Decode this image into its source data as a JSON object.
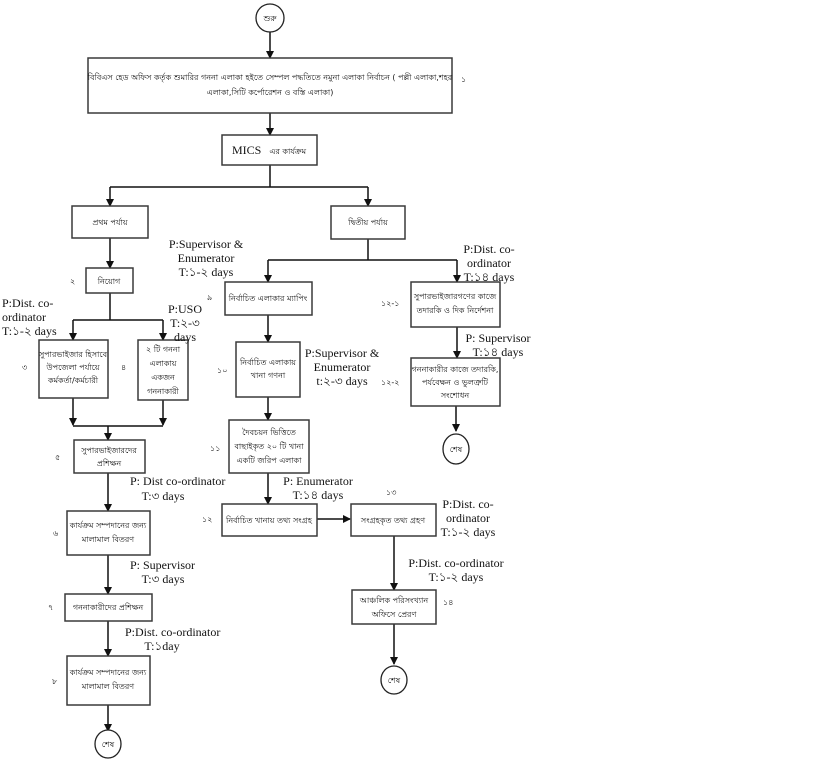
{
  "diagram": {
    "start": {
      "label": "শুরু"
    },
    "nodes": {
      "n1": {
        "lines": [
          "বিবিএস হেড অফিস কর্তৃক শুমারির গননা এলাকা হইতে সেম্পল পদ্ধতিতে নমুনা এলাকা নির্বাচন ( পল্লী এলাকা,শহর",
          "এলাকা,সিটি কর্পোরেশন ও বস্তি এলাকা)"
        ],
        "step": "১"
      },
      "mics": {
        "prefix": "MICS",
        "suffix": "এর কার্যক্রম"
      },
      "phase1": {
        "label": "প্রথম পর্যায়"
      },
      "phase2": {
        "label": "দ্বিতীয় পর্যায়"
      },
      "n2": {
        "label": "নিয়োগ",
        "step": "২"
      },
      "n3": {
        "lines": [
          "সুপারভাইজার হিসাবে",
          "উপজেলা পর্যায়ে",
          "কর্মকর্তা/কর্মচারী"
        ],
        "step": "৩"
      },
      "n4": {
        "lines": [
          "২ টি গননা",
          "এলাকায়",
          "একজন",
          "গননাকারী"
        ],
        "step": "৪"
      },
      "n5": {
        "lines": [
          "সুপারভাইজারদের",
          "প্রশিক্ষন"
        ],
        "step": "৫"
      },
      "n6": {
        "lines": [
          "কার্যক্রম সম্পদানের জন্য",
          "মালামাল বিতরণ"
        ],
        "step": "৬"
      },
      "n7": {
        "label": "গননাকারীদের প্রশিক্ষন",
        "step": "৭"
      },
      "n8": {
        "lines": [
          "কার্যক্রম সম্পদানের জন্য",
          "মালামাল বিতরণ"
        ],
        "step": "৮"
      },
      "n9": {
        "label": "নির্বাচিত এলাকার ম্যাপিং",
        "step": "৯"
      },
      "n10": {
        "lines": [
          "নির্বাচিত এলাকায়",
          "খানা গণনা"
        ],
        "step": "১০"
      },
      "n11": {
        "lines": [
          "দৈবচয়ন ভিত্তিতে",
          "বাছাইকৃত ২০ টি খানা",
          "একটি জরিপ এলাকা"
        ],
        "step": "১১"
      },
      "n12": {
        "label": "নির্বাচিত খানায় তথ্য সংগ্রহ",
        "step": "১২"
      },
      "n13": {
        "label": "সংগ্রহকৃত তথ্য গ্রহণ",
        "step": "১৩"
      },
      "n14": {
        "lines": [
          "আঞ্চলিক পরিসংখ্যান",
          "অফিসে প্রেরণ"
        ],
        "step": "১৪"
      },
      "n12_1": {
        "lines": [
          "সুপারভাইজারগণের কাজে",
          "তদারকি ও দিক নির্দেশনা"
        ],
        "step": "১২-১"
      },
      "n12_2": {
        "lines": [
          "গননাকারীর কাজে তদারকি,",
          "পর্যবেক্ষন ও ভুলত্রুটি",
          "সংশোধন"
        ],
        "step": "১২-২"
      }
    },
    "end_label": "শেষ",
    "notes": {
      "supervisor_enumerator_top": [
        "P:Supervisor &",
        "Enumerator",
        "T:১-২ days"
      ],
      "dist_coord_left": [
        "P:Dist. co-",
        "ordinator",
        "T:১-২ days"
      ],
      "uso": [
        "P:USO",
        "T:২-৩",
        "days"
      ],
      "dist_coord_right_top": [
        "P:Dist. co-",
        "ordinator",
        "T:১৪ days"
      ],
      "supervisor_enumerator_mid": [
        "P:Supervisor &",
        "Enumerator",
        "t:২-৩ days"
      ],
      "supervisor_right": [
        "P: Supervisor",
        "T:১৪ days"
      ],
      "dist_coord_n5": [
        "P: Dist co-ordinator",
        "T:৩ days"
      ],
      "enumerator": [
        "P: Enumerator",
        "T:১৪ days"
      ],
      "dist_coord_n13": [
        "P:Dist. co-",
        "ordinator",
        "T:১-২ days"
      ],
      "dist_coord_n14": [
        "P:Dist. co-ordinator",
        "T:১-২ days"
      ],
      "supervisor_n7": [
        "P: Supervisor",
        "T:৩ days"
      ],
      "dist_coord_n8": [
        "P:Dist. co-ordinator",
        "T:১day"
      ]
    }
  }
}
